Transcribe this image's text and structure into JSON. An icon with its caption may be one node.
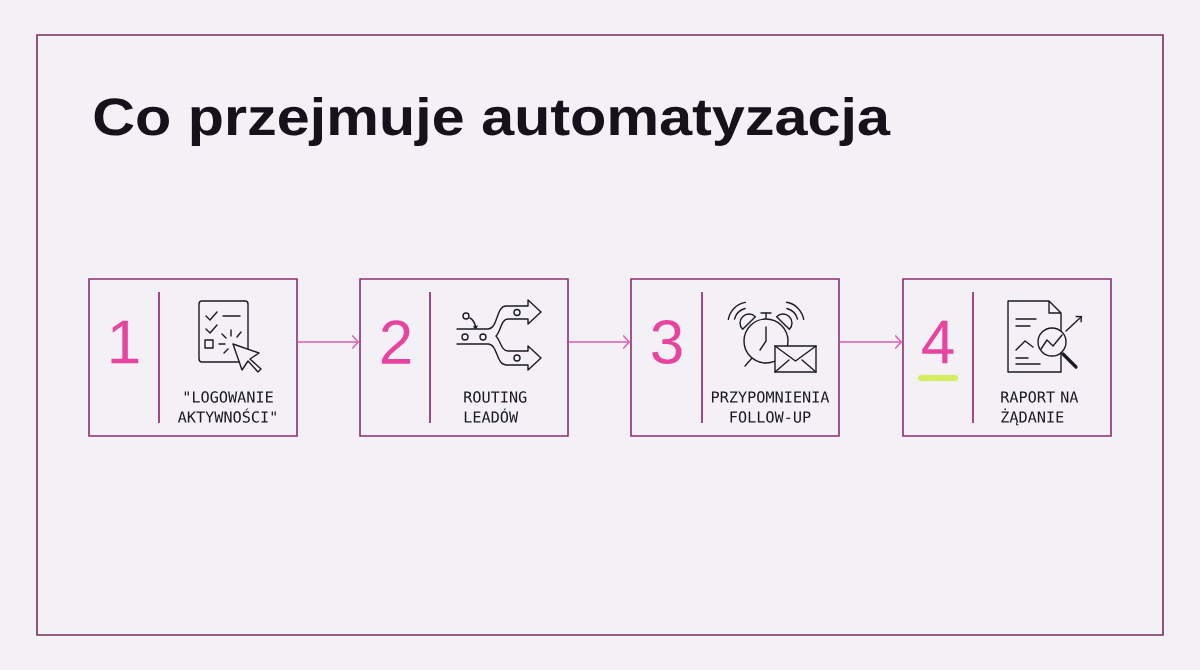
{
  "diagram": {
    "title": "Co przejmuje automatyzacja",
    "nodes": [
      {
        "text": [
          "1",
          "\"LOGOWANIE AKTYWNOŚCI\""
        ]
      },
      {
        "text": [
          "2",
          "ROUTING LEADÓW"
        ]
      },
      {
        "text": [
          "3",
          "PRZYPOMNIENIA FOLLOW-UP"
        ]
      },
      {
        "text": [
          "4",
          "RAPORT NA ŻĄDANIE"
        ]
      }
    ],
    "edges": [
      {
        "from": 0,
        "to": 1,
        "arrow": "to"
      },
      {
        "from": 1,
        "to": 2,
        "arrow": "to"
      },
      {
        "from": 2,
        "to": 3,
        "arrow": "to"
      }
    ]
  }
}
